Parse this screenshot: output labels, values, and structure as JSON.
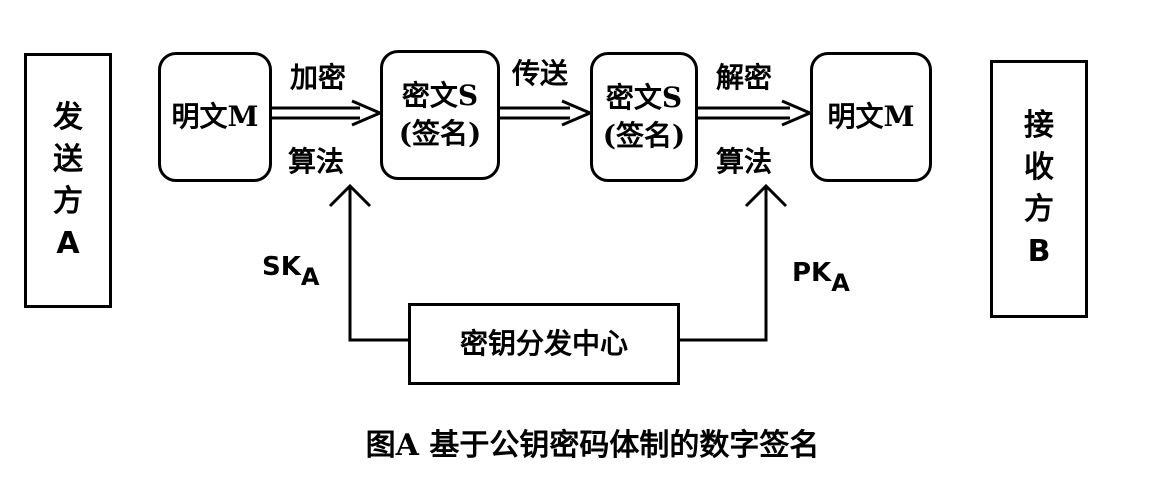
{
  "sender": {
    "chars": [
      "发",
      "送",
      "方",
      "A"
    ]
  },
  "receiver": {
    "chars": [
      "接",
      "收",
      "方",
      "B"
    ]
  },
  "plaintext_left": "明文M",
  "ciphertext_1": {
    "line1": "密文S",
    "line2": "(签名)"
  },
  "ciphertext_2": {
    "line1": "密文S",
    "line2": "(签名)"
  },
  "plaintext_right": "明文M",
  "encrypt": {
    "top": "加密",
    "bottom": "算法"
  },
  "transmit": "传送",
  "decrypt": {
    "top": "解密",
    "bottom": "算法"
  },
  "sk": {
    "main": "SK",
    "sub": "A"
  },
  "pk": {
    "main": "PK",
    "sub": "A"
  },
  "kdc": "密钥分发中心",
  "caption": "图A 基于公钥密码体制的数字签名"
}
